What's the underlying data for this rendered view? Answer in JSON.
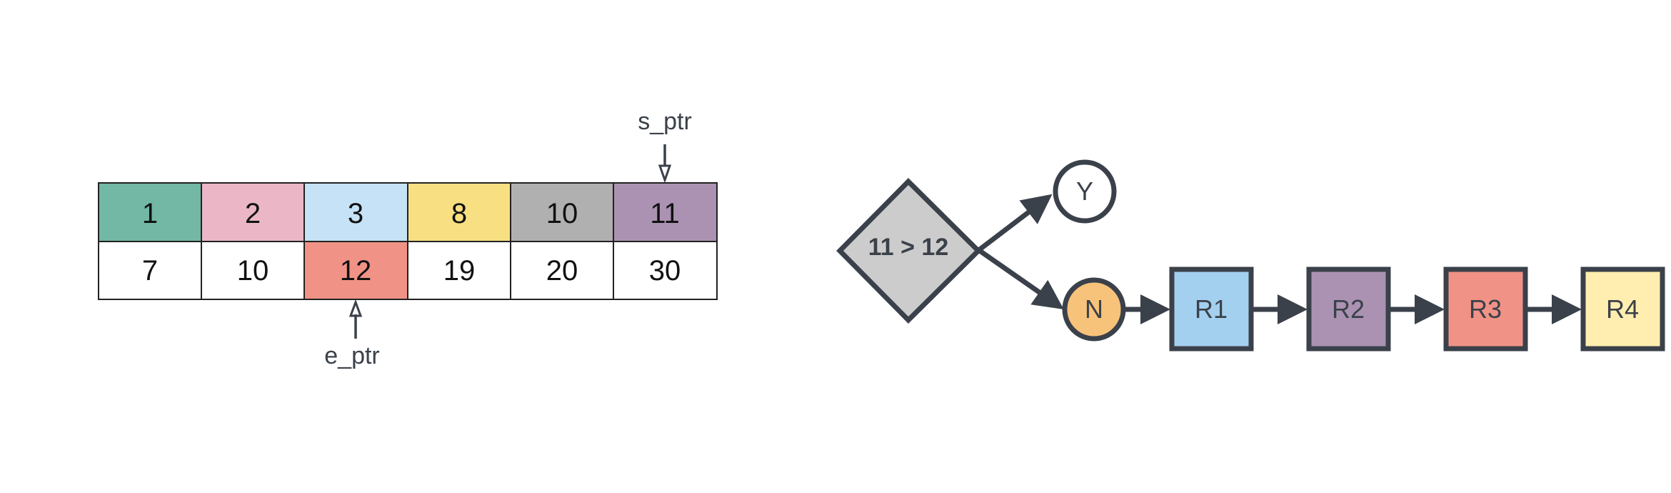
{
  "array": {
    "top_row": [
      {
        "label": "1",
        "color": "#72b8a4"
      },
      {
        "label": "2",
        "color": "#ebb7c6"
      },
      {
        "label": "3",
        "color": "#c6e2f6"
      },
      {
        "label": "8",
        "color": "#f7df82"
      },
      {
        "label": "10",
        "color": "#b0b0b0"
      },
      {
        "label": "11",
        "color": "#ab92b2"
      }
    ],
    "bottom_row": [
      {
        "label": "7",
        "color": "#ffffff"
      },
      {
        "label": "10",
        "color": "#ffffff"
      },
      {
        "label": "12",
        "color": "#f09386"
      },
      {
        "label": "19",
        "color": "#ffffff"
      },
      {
        "label": "20",
        "color": "#ffffff"
      },
      {
        "label": "30",
        "color": "#ffffff"
      }
    ],
    "start_pointer": {
      "label": "s_ptr",
      "row": "top",
      "index": 5
    },
    "end_pointer": {
      "label": "e_ptr",
      "row": "bottom",
      "index": 2
    }
  },
  "flow": {
    "decision": {
      "label": "11 > 12",
      "color": "#cccccc"
    },
    "yes_node": {
      "label": "Y",
      "color": "#ffffff"
    },
    "no_node": {
      "label": "N",
      "color": "#f7c27a"
    },
    "results": [
      {
        "label": "R1",
        "color": "#a4d0ef"
      },
      {
        "label": "R2",
        "color": "#ab92b2"
      },
      {
        "label": "R3",
        "color": "#f09386"
      },
      {
        "label": "R4",
        "color": "#ffeeb0"
      }
    ],
    "stroke_color": "#3b414a"
  }
}
